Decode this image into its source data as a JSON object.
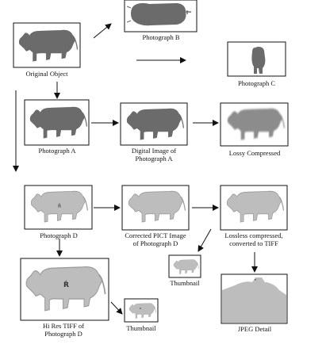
{
  "labels": {
    "original": "Original Object",
    "photo_b": "Photograph B",
    "photo_c": "Photograph C",
    "photo_a": "Photograph A",
    "digital_a_1": "Digital Image of",
    "digital_a_2": "Photograph A",
    "lossy": "Lossy Compressed",
    "photo_d": "Photograph D",
    "pict_1": "Corrected PICT Image",
    "pict_2": "of Photograph D",
    "lossless_1": "Lossless compressed,",
    "lossless_2": "converted to TIFF",
    "thumb_right": "Thumbnail",
    "hires_1": "Hi Res TIFF of",
    "hires_2": "Photograph D",
    "thumb_left": "Thumbnail",
    "jpeg": "JPEG Detail"
  },
  "colors": {
    "frame": "#111111",
    "dark_animal": "#6b6b6b",
    "light_animal": "#bdbdbd",
    "blur_animal": "#8c8c8c",
    "arrow": "#111111"
  }
}
